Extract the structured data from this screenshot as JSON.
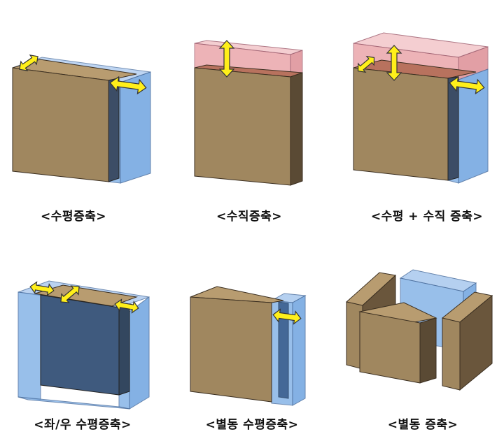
{
  "diagrams": [
    {
      "id": "horizontal",
      "caption": "<수평증축>"
    },
    {
      "id": "vertical",
      "caption": "<수직증축>"
    },
    {
      "id": "horizontal-vertical",
      "caption": "<수평 + 수직 증축>"
    },
    {
      "id": "left-right",
      "caption": "<좌/우 수평증축>"
    },
    {
      "id": "separate-horizontal",
      "caption": "<별동 수평증축>"
    },
    {
      "id": "separate",
      "caption": "<별동 증축>"
    }
  ],
  "colors": {
    "existing_front": "#a0875f",
    "existing_side": "#5a4a34",
    "existing_top": "#b89c70",
    "extension_blue": "#6fa4e0",
    "extension_blue_dark": "#3b5f8f",
    "extension_red": "#e89a9f",
    "arrow": "#ffef1a"
  },
  "icons": {
    "arrow": "double-headed-arrow-icon"
  }
}
